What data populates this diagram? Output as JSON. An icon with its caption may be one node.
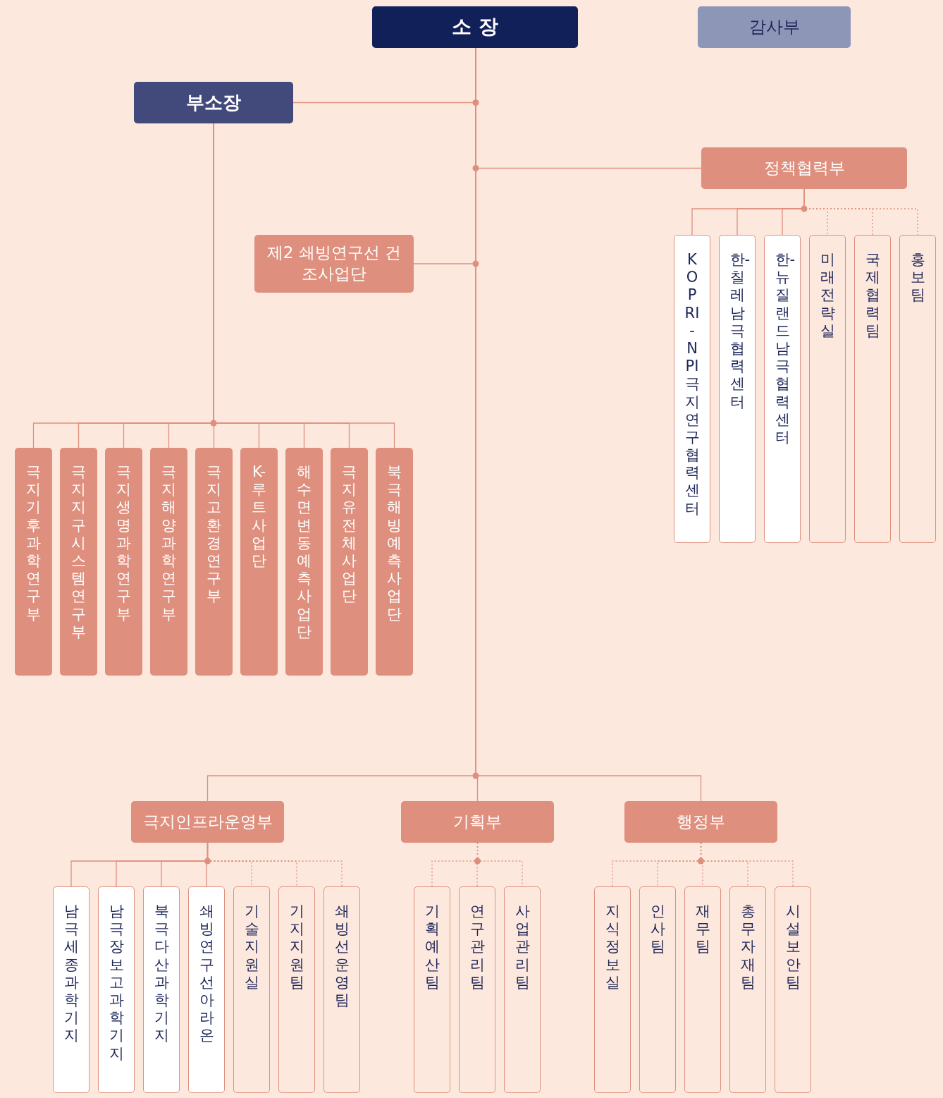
{
  "diagram": {
    "nodes": [
      {
        "text": [
          "소 장"
        ]
      },
      {
        "text": [
          "감사부"
        ]
      },
      {
        "text": [
          "부소장"
        ]
      },
      {
        "text": [
          "정책협력부"
        ]
      },
      {
        "text": [
          "제2 쇄빙연구선 건조사업단"
        ]
      },
      {
        "text": [
          "극지기후과학연구부"
        ]
      },
      {
        "text": [
          "극지지구시스템연구부"
        ]
      },
      {
        "text": [
          "극지생명과학연구부"
        ]
      },
      {
        "text": [
          "극지해양과학연구부"
        ]
      },
      {
        "text": [
          "극지고환경연구부"
        ]
      },
      {
        "text": [
          "K-루트사업단"
        ]
      },
      {
        "text": [
          "해수면변동예측사업단"
        ]
      },
      {
        "text": [
          "극지유전체사업단"
        ]
      },
      {
        "text": [
          "북극해빙예측사업단"
        ]
      },
      {
        "text": [
          "KOPRI-NPI 극지연구협력센터"
        ]
      },
      {
        "text": [
          "한-칠레 남극 협력센터"
        ]
      },
      {
        "text": [
          "한-뉴질랜드 남극 협력센터"
        ]
      },
      {
        "text": [
          "미래전략실"
        ]
      },
      {
        "text": [
          "국제협력팀"
        ]
      },
      {
        "text": [
          "홍보팀"
        ]
      },
      {
        "text": [
          "극지인프라운영부"
        ]
      },
      {
        "text": [
          "기획부"
        ]
      },
      {
        "text": [
          "행정부"
        ]
      },
      {
        "text": [
          "남극세종과학기지"
        ]
      },
      {
        "text": [
          "남극장보고과학기지"
        ]
      },
      {
        "text": [
          "북극다산과학기지"
        ]
      },
      {
        "text": [
          "쇄빙연구선 아라온"
        ]
      },
      {
        "text": [
          "기술지원실"
        ]
      },
      {
        "text": [
          "기지지원팀"
        ]
      },
      {
        "text": [
          "쇄빙선운영팀"
        ]
      },
      {
        "text": [
          "기획예산팀"
        ]
      },
      {
        "text": [
          "연구관리팀"
        ]
      },
      {
        "text": [
          "사업관리팀"
        ]
      },
      {
        "text": [
          "지식정보실"
        ]
      },
      {
        "text": [
          "인사팀"
        ]
      },
      {
        "text": [
          "재무팀"
        ]
      },
      {
        "text": [
          "총무자재팀"
        ]
      },
      {
        "text": [
          "시설보안팀"
        ]
      }
    ],
    "edges": [
      {
        "from": 0,
        "to": 2,
        "arrow": "none"
      },
      {
        "from": 0,
        "to": 3,
        "arrow": "none"
      },
      {
        "from": 0,
        "to": 4,
        "arrow": "none"
      },
      {
        "from": 2,
        "to": 5,
        "arrow": "none"
      },
      {
        "from": 2,
        "to": 6,
        "arrow": "none"
      },
      {
        "from": 2,
        "to": 7,
        "arrow": "none"
      },
      {
        "from": 2,
        "to": 8,
        "arrow": "none"
      },
      {
        "from": 2,
        "to": 9,
        "arrow": "none"
      },
      {
        "from": 2,
        "to": 10,
        "arrow": "none"
      },
      {
        "from": 2,
        "to": 11,
        "arrow": "none"
      },
      {
        "from": 2,
        "to": 12,
        "arrow": "none"
      },
      {
        "from": 2,
        "to": 13,
        "arrow": "none"
      },
      {
        "from": 3,
        "to": 14,
        "arrow": "none"
      },
      {
        "from": 3,
        "to": 15,
        "arrow": "none"
      },
      {
        "from": 3,
        "to": 16,
        "arrow": "none"
      },
      {
        "from": 3,
        "to": 17,
        "arrow": "none",
        "style": "dashed"
      },
      {
        "from": 3,
        "to": 18,
        "arrow": "none",
        "style": "dashed"
      },
      {
        "from": 3,
        "to": 19,
        "arrow": "none",
        "style": "dashed"
      },
      {
        "from": 0,
        "to": 20,
        "arrow": "none"
      },
      {
        "from": 0,
        "to": 21,
        "arrow": "none"
      },
      {
        "from": 0,
        "to": 22,
        "arrow": "none"
      },
      {
        "from": 20,
        "to": 23,
        "arrow": "none"
      },
      {
        "from": 20,
        "to": 24,
        "arrow": "none"
      },
      {
        "from": 20,
        "to": 25,
        "arrow": "none"
      },
      {
        "from": 20,
        "to": 26,
        "arrow": "none"
      },
      {
        "from": 20,
        "to": 27,
        "arrow": "none",
        "style": "dashed"
      },
      {
        "from": 20,
        "to": 28,
        "arrow": "none",
        "style": "dashed"
      },
      {
        "from": 20,
        "to": 29,
        "arrow": "none",
        "style": "dashed"
      },
      {
        "from": 21,
        "to": 30,
        "arrow": "none",
        "style": "dashed"
      },
      {
        "from": 21,
        "to": 31,
        "arrow": "none",
        "style": "dashed"
      },
      {
        "from": 21,
        "to": 32,
        "arrow": "none",
        "style": "dashed"
      },
      {
        "from": 22,
        "to": 33,
        "arrow": "none",
        "style": "dashed"
      },
      {
        "from": 22,
        "to": 34,
        "arrow": "none",
        "style": "dashed"
      },
      {
        "from": 22,
        "to": 35,
        "arrow": "none",
        "style": "dashed"
      },
      {
        "from": 22,
        "to": 36,
        "arrow": "none",
        "style": "dashed"
      },
      {
        "from": 22,
        "to": 37,
        "arrow": "none",
        "style": "dashed"
      }
    ]
  }
}
